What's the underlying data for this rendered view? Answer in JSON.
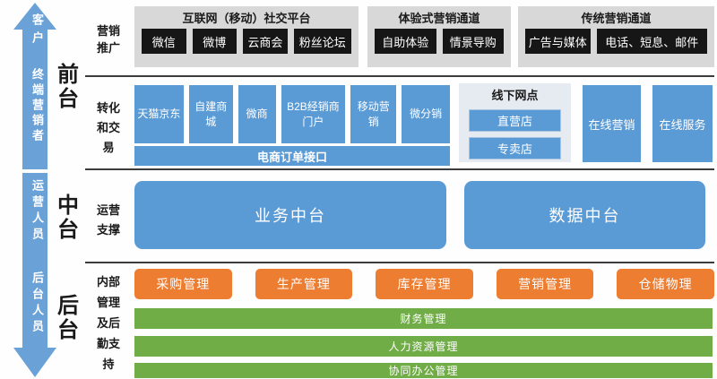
{
  "accent_colors": {
    "blue_box": "#5b9bd5",
    "arrow_blue": "#6aa2d8",
    "gray_panel": "#d8d8d8",
    "black_box": "#161616",
    "light_blue_panel": "#e6ebf2",
    "orange": "#ed7d31",
    "green": "#70ad47"
  },
  "arrow": {
    "top_label_1": "客户",
    "top_label_2": "终端营销者",
    "bottom_label_1": "运营人员",
    "bottom_label_2": "后台人员"
  },
  "sections": {
    "front": "前台",
    "middle": "中台",
    "back": "后台"
  },
  "row_marketing": {
    "label": "营销推广",
    "groups": [
      {
        "title": "互联网（移动）社交平台",
        "items": [
          "微信",
          "微博",
          "云商会",
          "粉丝论坛"
        ]
      },
      {
        "title": "体验式营销通道",
        "items": [
          "自助体验",
          "情景导购"
        ]
      },
      {
        "title": "传统营销通道",
        "items": [
          "广告与媒体",
          "电话、短息、邮件"
        ]
      }
    ]
  },
  "row_conversion": {
    "label": "转化和交易",
    "channels": [
      "天猫京东",
      "自建商城",
      "微商",
      "B2B经销商门户",
      "移动营销",
      "微分销"
    ],
    "order_bar": "电商订单接口",
    "offline": {
      "title": "线下网点",
      "items": [
        "直营店",
        "专卖店"
      ]
    },
    "online": [
      "在线营销",
      "在线服务"
    ]
  },
  "row_middle": {
    "label": "运营支撑",
    "boxes": [
      "业务中台",
      "数据中台"
    ]
  },
  "row_back": {
    "label": "内部管理及后勤支持",
    "orange": [
      "采购管理",
      "生产管理",
      "库存管理",
      "营销管理",
      "仓储物理"
    ],
    "green": [
      "财务管理",
      "人力资源管理",
      "协同办公管理"
    ]
  }
}
